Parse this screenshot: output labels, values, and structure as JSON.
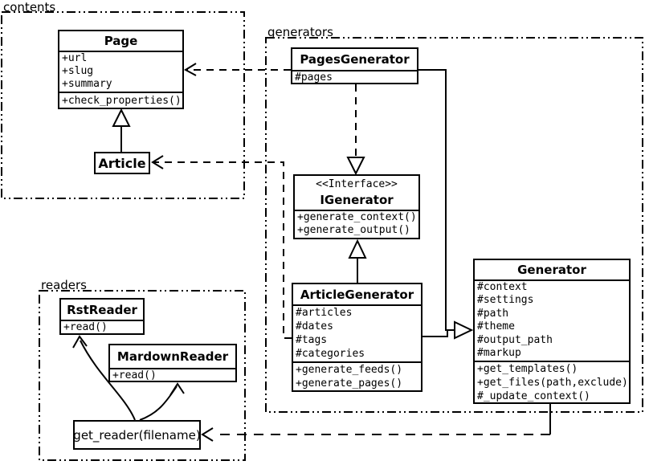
{
  "diagram": {
    "background": "#ffffff",
    "line_color": "#000000",
    "box_fill": "#ffffff",
    "packages": {
      "contents": {
        "label": "contents"
      },
      "generators": {
        "label": "generators"
      },
      "readers": {
        "label": "readers"
      }
    },
    "classes": {
      "page": {
        "name": "Page",
        "attributes": [
          "+url",
          "+slug",
          "+summary"
        ],
        "methods": [
          "+check_properties()"
        ]
      },
      "article": {
        "name": "Article"
      },
      "pages_generator": {
        "name": "PagesGenerator",
        "attributes": [
          "#pages"
        ]
      },
      "igenerator": {
        "stereotype": "<<Interface>>",
        "name": "IGenerator",
        "methods": [
          "+generate_context()",
          "+generate_output()"
        ]
      },
      "article_generator": {
        "name": "ArticleGenerator",
        "attributes": [
          "#articles",
          "#dates",
          "#tags",
          "#categories"
        ],
        "methods": [
          "+generate_feeds()",
          "+generate_pages()"
        ]
      },
      "generator": {
        "name": "Generator",
        "attributes": [
          "#context",
          "#settings",
          "#path",
          "#theme",
          "#output_path",
          "#markup"
        ],
        "methods": [
          "+get_templates()",
          "+get_files(path,exclude)",
          "#_update_context()"
        ]
      },
      "rst_reader": {
        "name": "RstReader",
        "methods": [
          "+read()"
        ]
      },
      "mardown_reader": {
        "name": "MardownReader",
        "methods": [
          "+read()"
        ]
      },
      "get_reader": {
        "label": "get_reader(filename)"
      }
    },
    "relationships": [
      {
        "type": "inheritance",
        "from": "Article",
        "to": "Page"
      },
      {
        "type": "dependency",
        "from": "PagesGenerator",
        "to": "Page"
      },
      {
        "type": "dependency",
        "from": "ArticleGenerator",
        "to": "Article"
      },
      {
        "type": "realization",
        "from": "PagesGenerator",
        "to": "IGenerator"
      },
      {
        "type": "inheritance",
        "from": "ArticleGenerator",
        "to": "IGenerator"
      },
      {
        "type": "inheritance",
        "from": "PagesGenerator",
        "to": "Generator"
      },
      {
        "type": "inheritance",
        "from": "ArticleGenerator",
        "to": "Generator"
      },
      {
        "type": "dependency",
        "from": "Generator",
        "to": "get_reader(filename)"
      },
      {
        "type": "call",
        "from": "get_reader(filename)",
        "to": "RstReader"
      },
      {
        "type": "call",
        "from": "get_reader(filename)",
        "to": "MardownReader"
      }
    ]
  }
}
